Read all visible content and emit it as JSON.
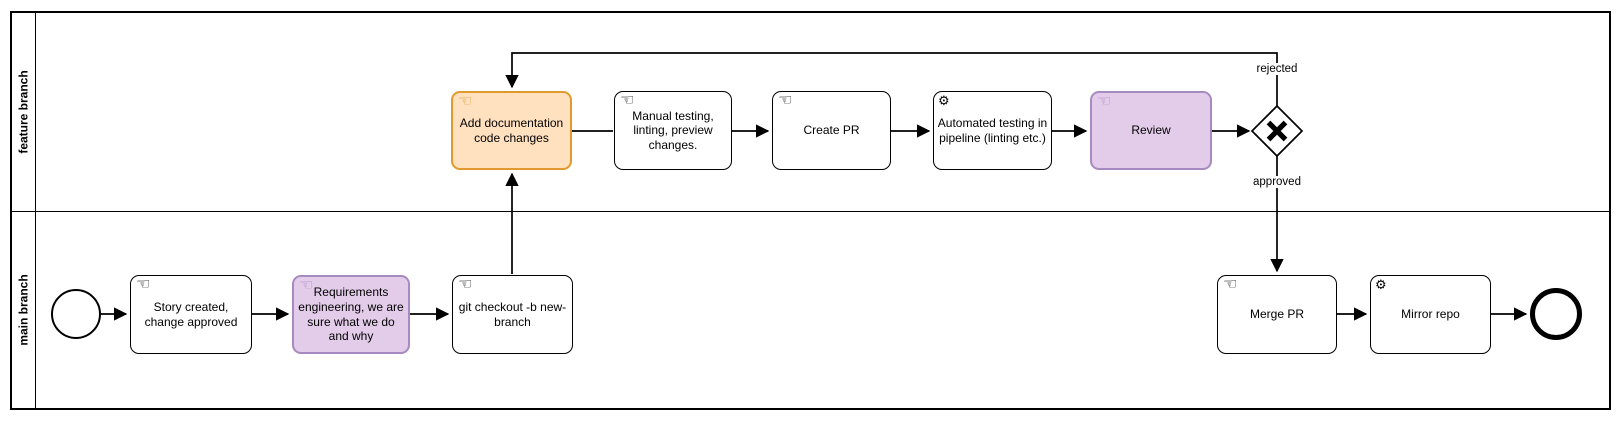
{
  "lanes": [
    {
      "label": "feature branch"
    },
    {
      "label": "main branch"
    }
  ],
  "tasks": {
    "add_documentation": {
      "label": "Add documentation code changes",
      "type": "manual",
      "fill": "#ffe1c0",
      "stroke": "#e19a2e"
    },
    "manual_testing": {
      "label": "Manual testing, linting, preview changes.",
      "type": "manual"
    },
    "create_pr": {
      "label": "Create PR",
      "type": "manual"
    },
    "automated_testing": {
      "label": "Automated testing in pipeline (linting etc.)",
      "type": "service"
    },
    "review": {
      "label": "Review",
      "type": "manual",
      "fill": "#e3cce9",
      "stroke": "#a78bc0"
    },
    "story_created": {
      "label": "Story created, change approved",
      "type": "manual"
    },
    "requirements": {
      "label": "Requirements engineering, we are sure what we do and why",
      "type": "manual",
      "fill": "#e3cce9",
      "stroke": "#a78bc0"
    },
    "git_checkout": {
      "label": "git checkout -b new-branch",
      "type": "manual"
    },
    "merge_pr": {
      "label": "Merge PR",
      "type": "manual"
    },
    "mirror_repo": {
      "label": "Mirror repo",
      "type": "service"
    }
  },
  "flow_labels": {
    "rejected": "rejected",
    "approved": "approved"
  },
  "icons": {
    "manual_task_glyph": "☜",
    "service_task_glyph": "⚙"
  },
  "colors": {
    "shape_stroke": "#000000",
    "background": "#ffffff",
    "orange_fill": "#ffe1c0",
    "orange_stroke": "#e19a2e",
    "purple_fill": "#e3cce9",
    "purple_stroke": "#a78bc0"
  }
}
